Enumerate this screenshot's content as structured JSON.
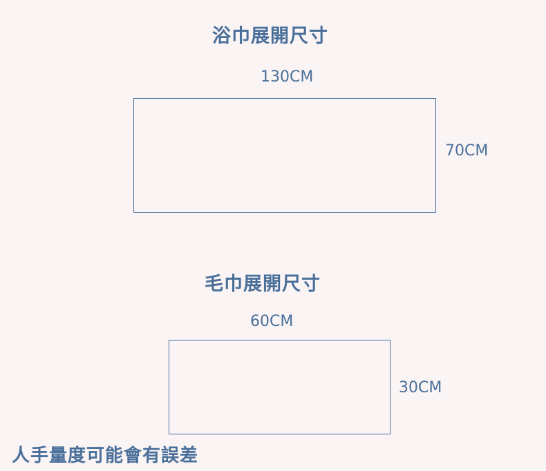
{
  "bath_towel": {
    "title": "浴巾展開尺寸",
    "width_label": "130CM",
    "height_label": "70CM"
  },
  "face_towel": {
    "title": "毛巾展開尺寸",
    "width_label": "60CM",
    "height_label": "30CM"
  },
  "note": "人手量度可能會有誤差",
  "colors": {
    "text": "#4a6f9a",
    "background": "#faf4f4"
  }
}
